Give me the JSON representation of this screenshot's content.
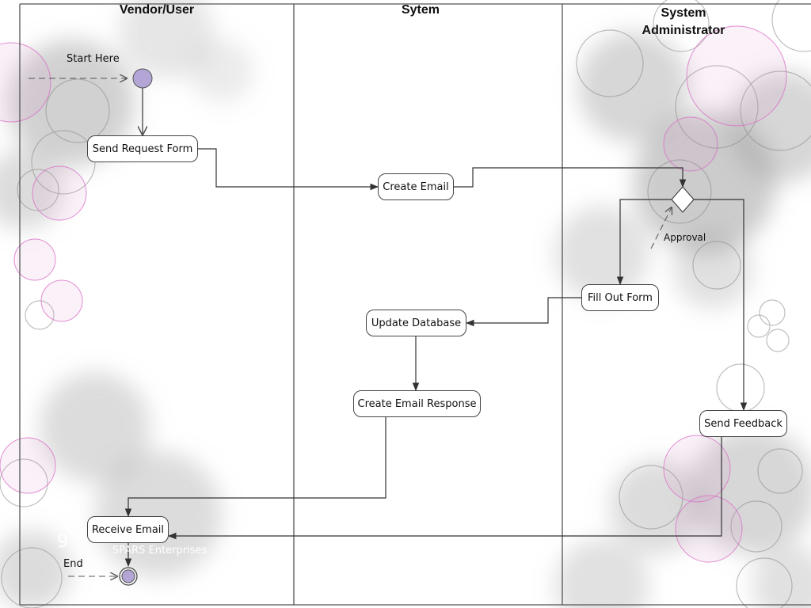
{
  "lanes": {
    "vendor_user": "Vendor/User",
    "system": "Sytem",
    "admin_line1": "System",
    "admin_line2": "Administrator"
  },
  "nodes": {
    "send_request_form": "Send Request Form",
    "create_email": "Create Email",
    "fill_out_form": "Fill Out Form",
    "update_database": "Update Database",
    "create_email_response": "Create Email Response",
    "send_feedback": "Send Feedback",
    "receive_email": "Receive Email"
  },
  "labels": {
    "start": "Start Here",
    "end": "End",
    "approval": "Approval"
  },
  "slide": {
    "number": "9",
    "footer": "SPARS Enterprises"
  },
  "colors": {
    "state_fill": "#b3a6d6",
    "line": "#444444",
    "bubble_gray": "#9a9a9a",
    "bubble_pink": "#e08ad0"
  }
}
